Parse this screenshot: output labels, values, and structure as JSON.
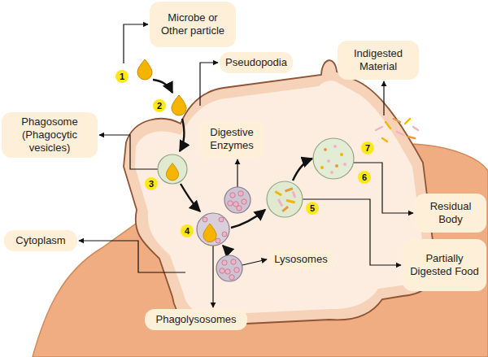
{
  "diagram": {
    "nodes": [
      {
        "text": [
          "Microbe or Other particle"
        ]
      },
      {
        "text": [
          "Indigested Material"
        ]
      },
      {
        "text": [
          "Pseudopodia"
        ]
      },
      {
        "text": [
          "Phagosome (Phagocytic vesicles)"
        ]
      },
      {
        "text": [
          "Digestive Enzymes"
        ]
      },
      {
        "text": [
          "Residual Body"
        ]
      },
      {
        "text": [
          "Cytoplasm"
        ]
      },
      {
        "text": [
          "Lysosomes"
        ]
      },
      {
        "text": [
          "Partially Digested Food"
        ]
      },
      {
        "text": [
          "Phagolysosomes"
        ]
      }
    ],
    "labels": [
      "1",
      "2",
      "3",
      "4",
      "5",
      "6",
      "7"
    ]
  }
}
